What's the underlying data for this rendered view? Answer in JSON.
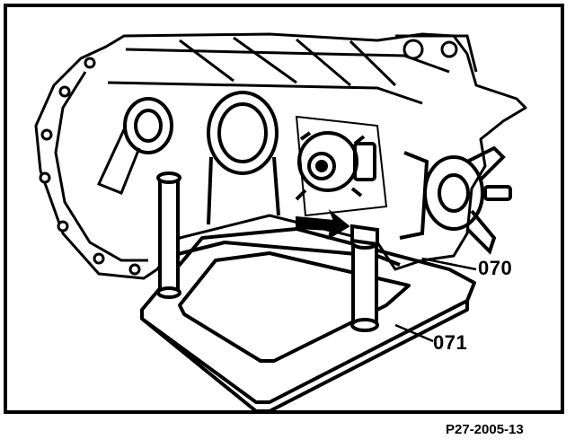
{
  "callouts": {
    "part_070": "070",
    "part_071": "071"
  },
  "figure_id": "P27-2005-13",
  "colors": {
    "ink": "#000000",
    "paper": "#ffffff"
  }
}
